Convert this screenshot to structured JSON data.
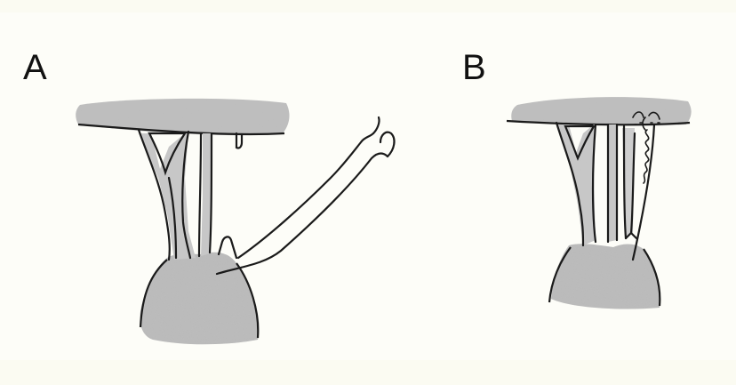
{
  "panels": [
    {
      "id": "A",
      "label": "A"
    },
    {
      "id": "B",
      "label": "B"
    }
  ],
  "colors": {
    "background": "#fdfdf8",
    "shade": "#b9b9b9",
    "ink": "#1a1a1a"
  }
}
